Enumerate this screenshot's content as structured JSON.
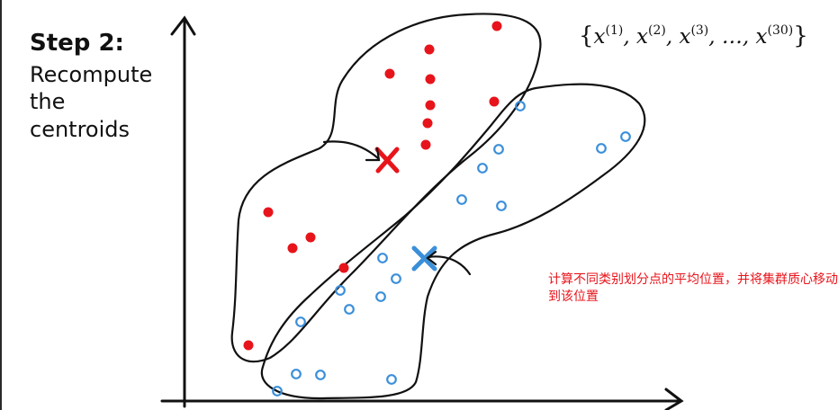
{
  "step": {
    "title": "Step 2:",
    "lines": [
      "Recompute",
      "the",
      "centroids"
    ]
  },
  "formula": {
    "open": "{",
    "close": "}",
    "terms": [
      {
        "base": "x",
        "sup": "(1)"
      },
      {
        "base": "x",
        "sup": "(2)"
      },
      {
        "base": "x",
        "sup": "(3)"
      },
      {
        "base": "…",
        "sup": ""
      },
      {
        "base": "x",
        "sup": "(30)"
      }
    ]
  },
  "annotation": "计算不同类别划分点的平均位置，并将集群质心移动到该位置",
  "colors": {
    "red_cluster": "#e8141b",
    "blue_cluster": "#3b8fd9",
    "ink": "#111111",
    "annotation": "#e8141b"
  },
  "icons": {
    "red_centroid": "cross-marker",
    "blue_centroid": "cross-marker"
  }
}
